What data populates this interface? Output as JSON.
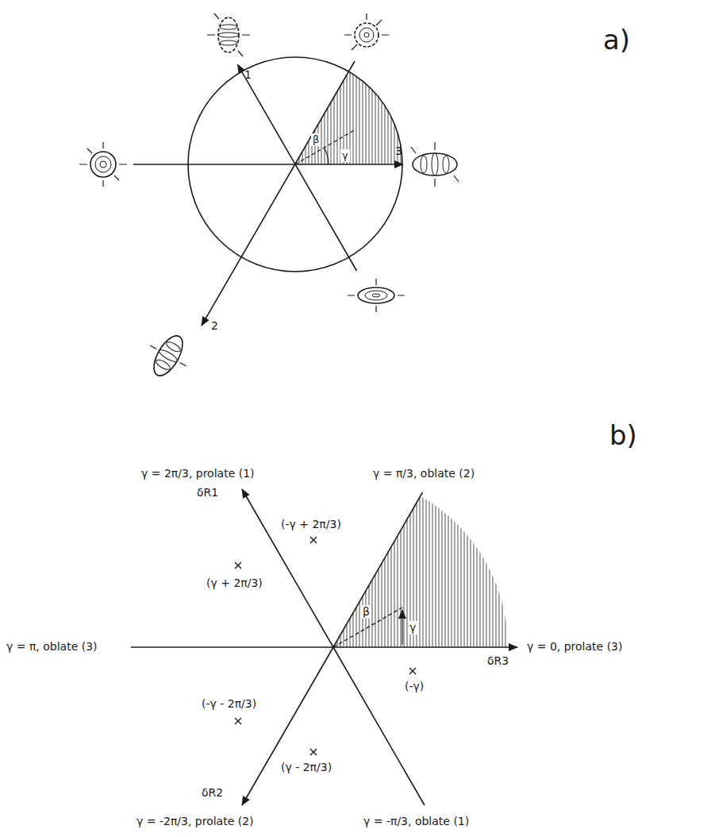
{
  "diagram": {
    "labels": [
      "a)",
      "1",
      "3",
      "2",
      "β",
      "γ",
      "b)",
      "γ = 2π/3, prolate (1)",
      "δR1",
      "γ = π/3, oblate (2)",
      "(-γ + 2π/3)",
      "(γ + 2π/3)",
      "γ = π, oblate (3)",
      "γ = 0, prolate (3)",
      "δR3",
      "(-γ)",
      "(-γ - 2π/3)",
      "(γ - 2π/3)",
      "δR2",
      "γ = -2π/3, prolate (2)",
      "γ = -π/3, oblate (1)",
      "β",
      "γ"
    ]
  }
}
